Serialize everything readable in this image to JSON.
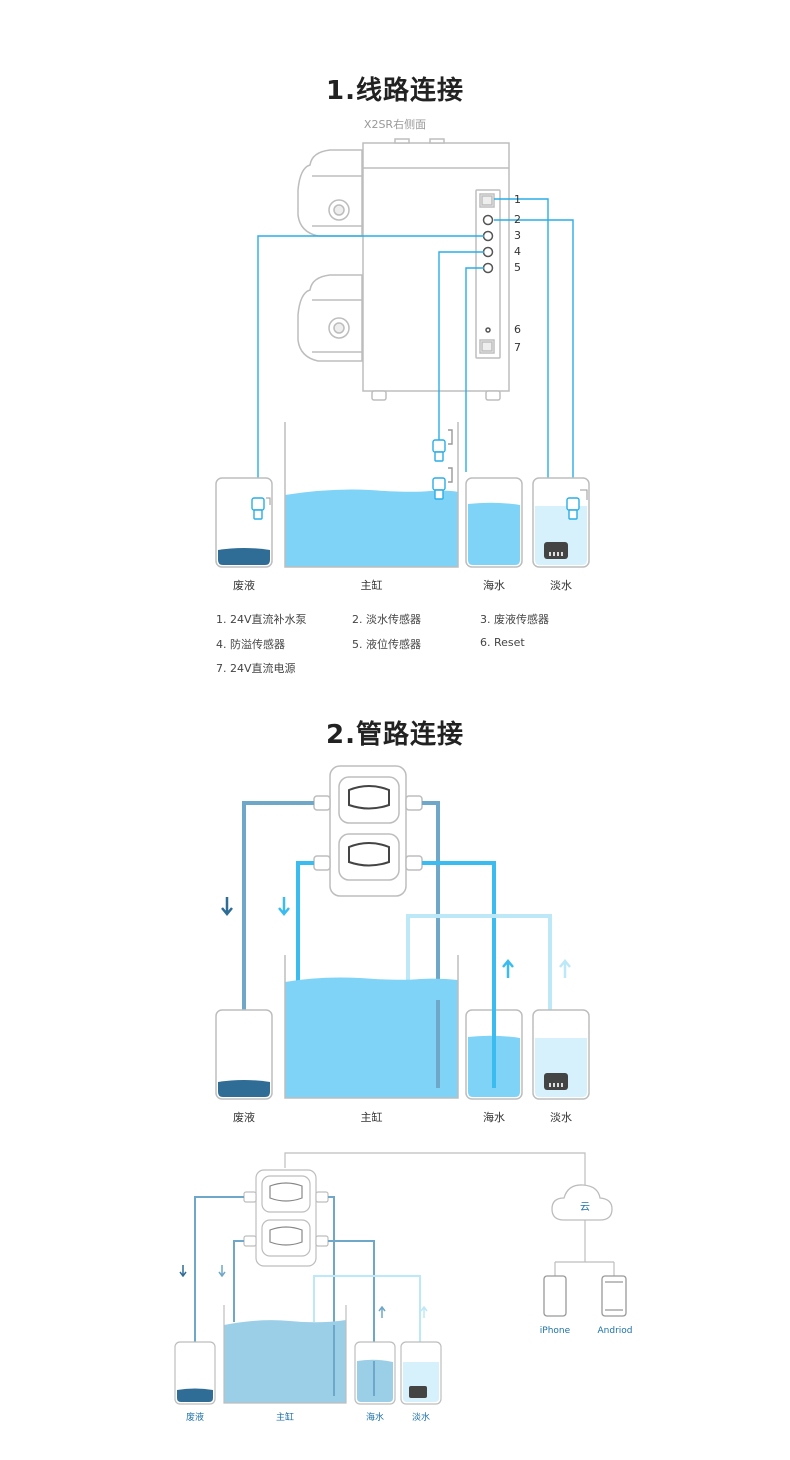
{
  "section1": {
    "title": "1.线路连接",
    "subtitle": "X2SR右侧面",
    "ports": [
      "1",
      "2",
      "3",
      "4",
      "5",
      "6",
      "7"
    ],
    "containers": {
      "waste": "废液",
      "main": "主缸",
      "sea": "海水",
      "fresh": "淡水"
    },
    "legend": [
      "1. 24V直流补水泵",
      "2. 淡水传感器",
      "3. 废液传感器",
      "4. 防溢传感器",
      "5. 液位传感器",
      "6. Reset",
      "7. 24V直流电源"
    ]
  },
  "section2": {
    "title": "2.管路连接",
    "containers": {
      "waste": "废液",
      "main": "主缸",
      "sea": "海水",
      "fresh": "淡水"
    }
  },
  "section3": {
    "cloud_label": "云",
    "devices": {
      "iphone": "iPhone",
      "android": "Andriod"
    },
    "containers": {
      "waste": "废液",
      "main": "主缸",
      "sea": "海水",
      "fresh": "淡水"
    }
  },
  "colors": {
    "water_light": "#7fd3f7",
    "water_pale": "#d6f1fb",
    "waste_dark": "#2f6d96",
    "pipe_dark": "#5d9cc2",
    "pipe_mid": "#3bbcf0",
    "pipe_light": "#bde8f8",
    "wire_blue": "#29aee6",
    "outline": "#c8c8c8"
  }
}
